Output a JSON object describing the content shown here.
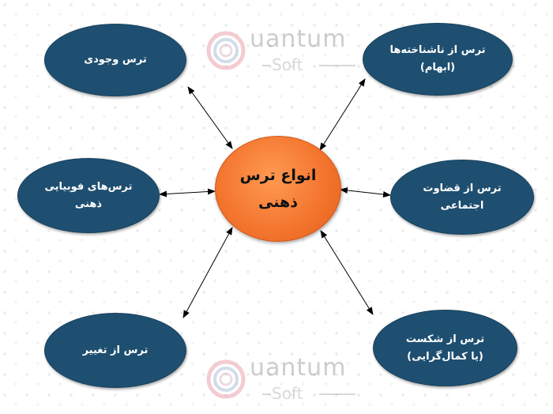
{
  "diagram": {
    "center": {
      "label": "انواع ترس\nذهنی",
      "color": "#f4762f"
    },
    "nodes": [
      {
        "id": "existential",
        "label": "ترس وجودی"
      },
      {
        "id": "unknown",
        "label": "ترس از ناشناخته‌ها\n(ابهام)"
      },
      {
        "id": "phobias",
        "label": "ترس‌های فوبیایی\nذهنی"
      },
      {
        "id": "judgment",
        "label": "ترس از قضاوت\nاجتماعی"
      },
      {
        "id": "change",
        "label": "ترس از تغییر"
      },
      {
        "id": "failure",
        "label": "ترس از شکست\n(یا کمال‌گرایی)"
      }
    ],
    "node_color": "#1f4f70"
  },
  "watermark": {
    "word": "uantum",
    "sub": "Soft"
  }
}
